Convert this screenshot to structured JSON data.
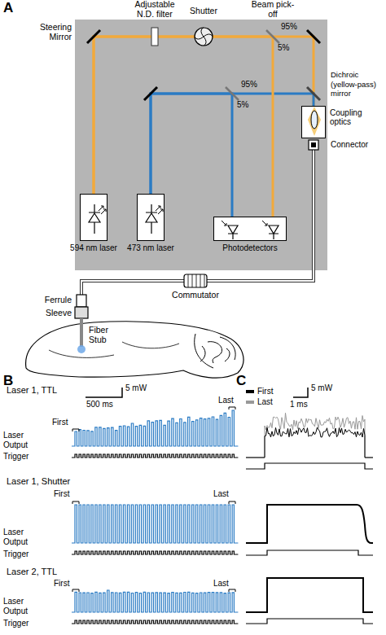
{
  "diagram": {
    "nodes": [
      {
        "text": [
          "594 nm laser"
        ]
      },
      {
        "text": [
          "473 nm laser"
        ]
      },
      {
        "text": [
          "Photodetectors"
        ]
      },
      {
        "text": [
          "Coupling optics"
        ]
      }
    ],
    "edges": [
      {
        "from": 0,
        "to": 3,
        "arrow": "none"
      },
      {
        "from": 1,
        "to": 3,
        "arrow": "none"
      },
      {
        "from": 0,
        "to": 2,
        "arrow": "none"
      },
      {
        "from": 1,
        "to": 2,
        "arrow": "none"
      }
    ],
    "labels": [
      "A",
      "Steering Mirror",
      "Adjustable N.D. filter",
      "Shutter",
      "Beam pick-off",
      "95%",
      "5%",
      "95%",
      "5%",
      "Dichroic (yellow-pass) mirror",
      "Connector",
      "Commutator",
      "Ferrule",
      "Sleeve",
      "Fiber Stub",
      "B",
      "Laser 1, TTL",
      "5 mW",
      "500 ms",
      "First",
      "Last",
      "Laser Output",
      "Trigger",
      "Laser 1, Shutter",
      "First",
      "Last",
      "Laser Output",
      "Trigger",
      "Laser 2, TTL",
      "First",
      "Last",
      "Laser Output",
      "Trigger",
      "C",
      "5 mW",
      "1 ms"
    ],
    "legend": [
      {
        "text": "First",
        "color": "#000000"
      },
      {
        "text": "Last",
        "color": "#999999"
      }
    ]
  }
}
